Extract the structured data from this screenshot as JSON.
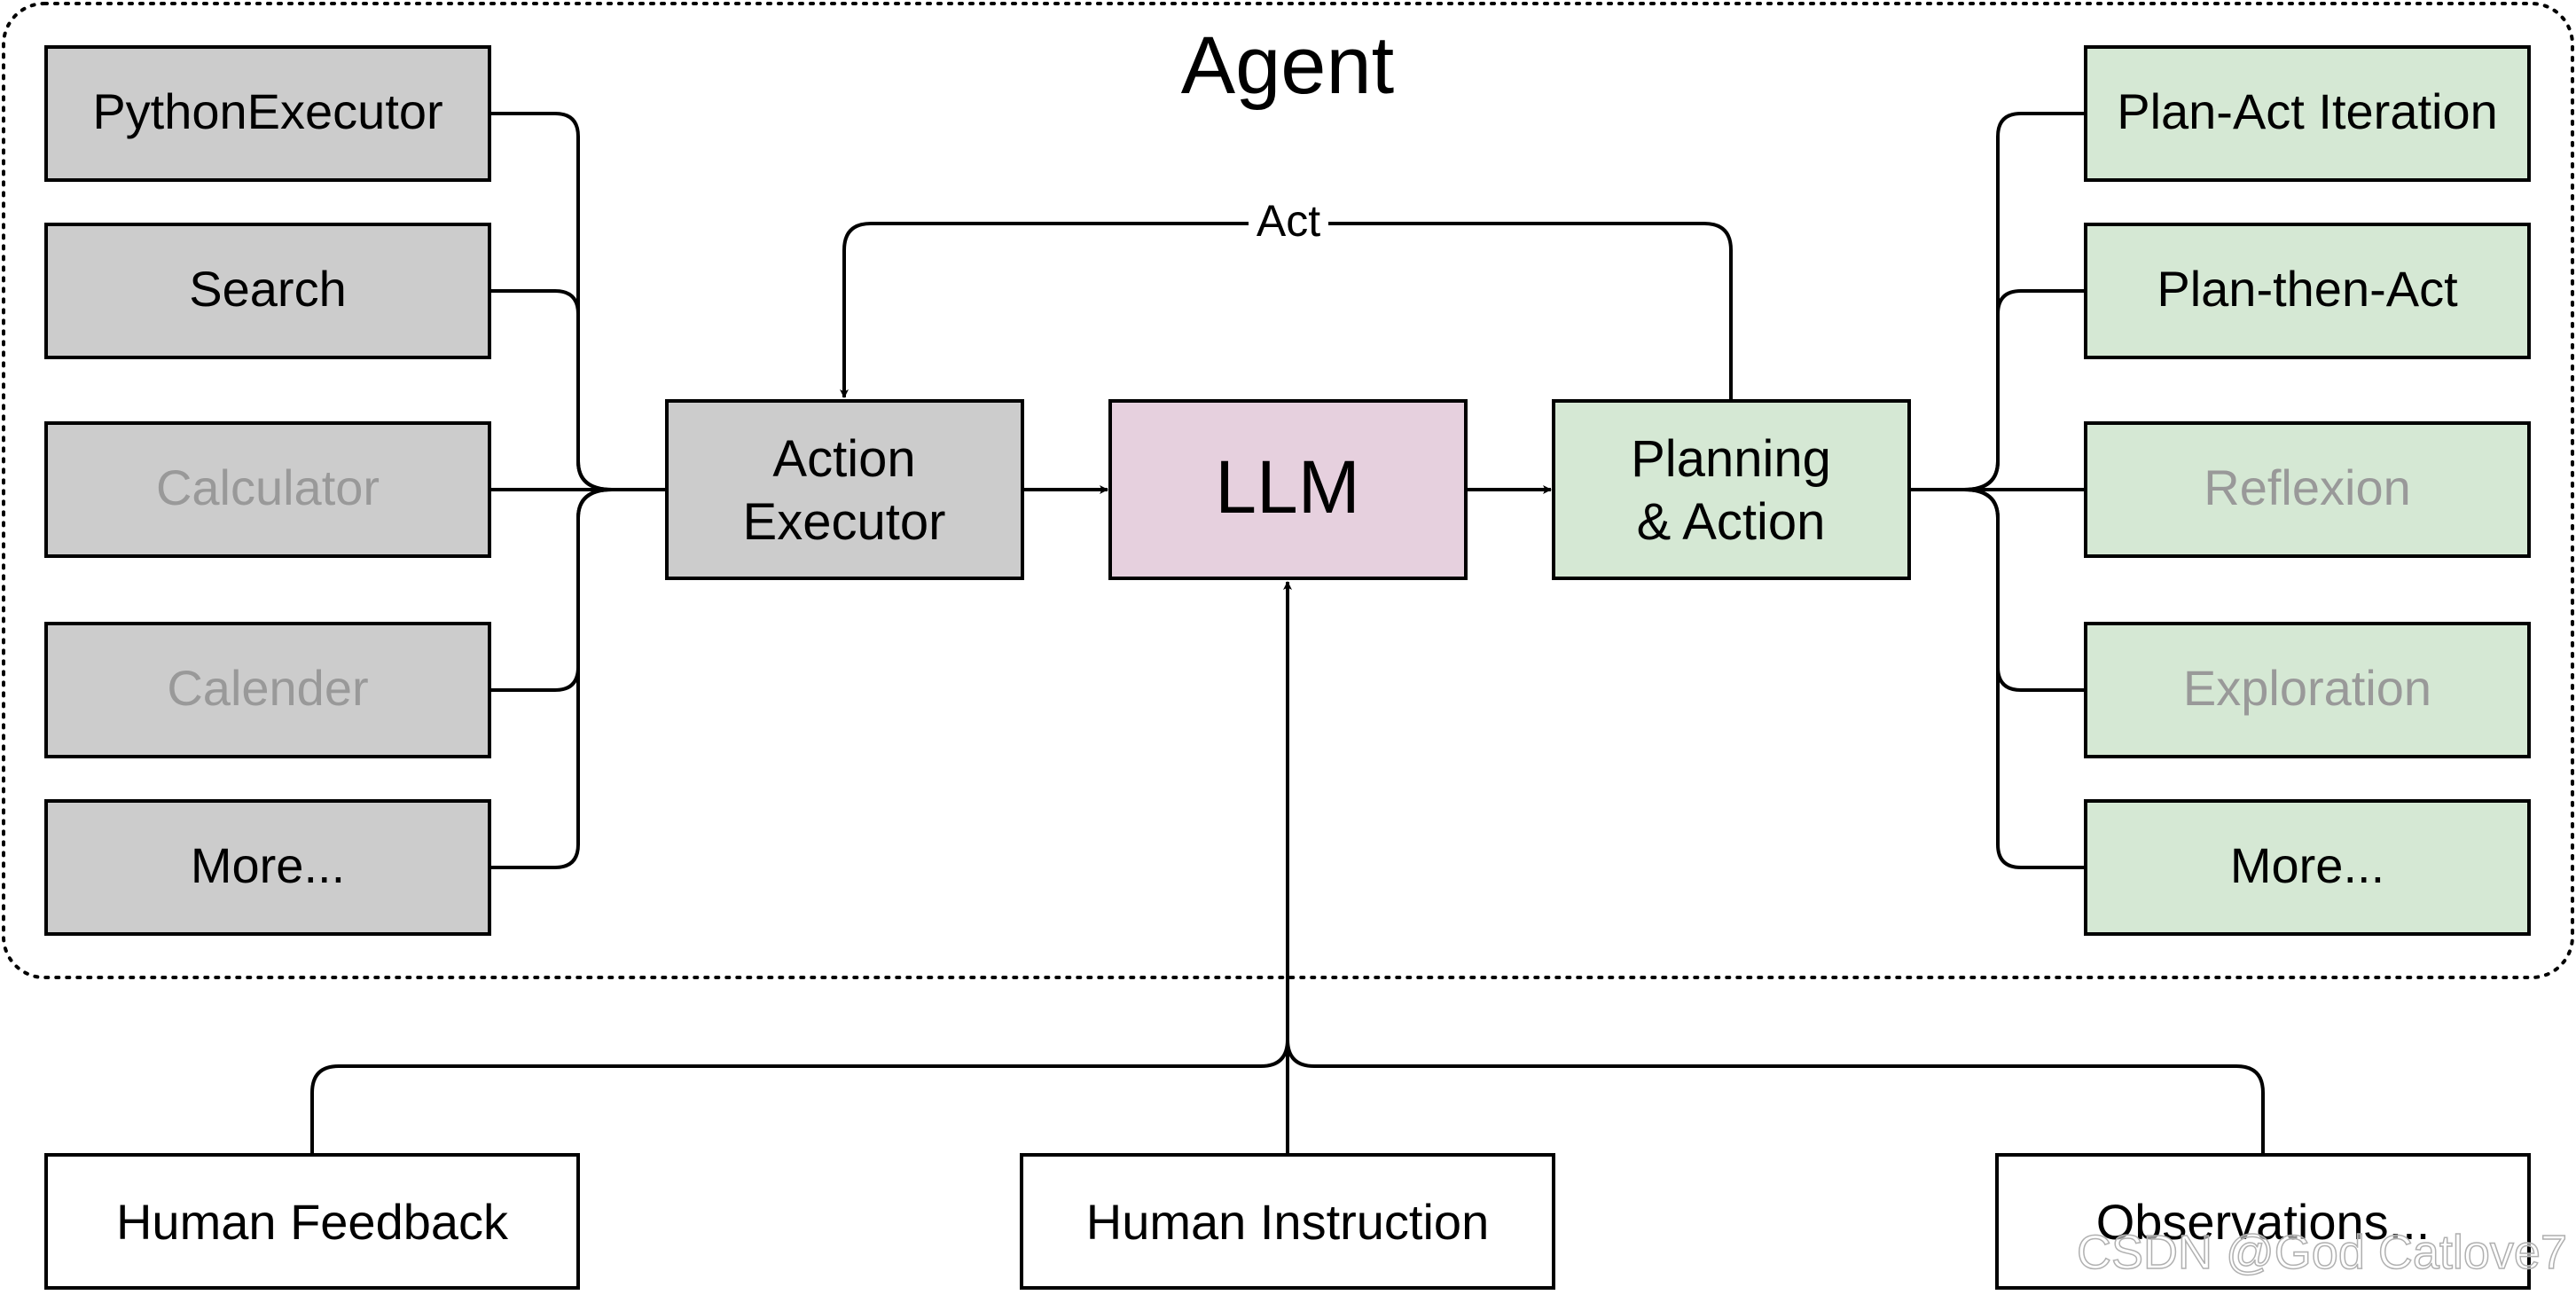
{
  "title": "Agent",
  "tools": [
    {
      "label": "PythonExecutor",
      "active": true
    },
    {
      "label": "Search",
      "active": true
    },
    {
      "label": "Calculator",
      "active": false
    },
    {
      "label": "Calender",
      "active": false
    },
    {
      "label": "More...",
      "active": true
    }
  ],
  "strategies": [
    {
      "label": "Plan-Act Iteration",
      "active": true
    },
    {
      "label": "Plan-then-Act",
      "active": true
    },
    {
      "label": "Reflexion",
      "active": false
    },
    {
      "label": "Exploration",
      "active": false
    },
    {
      "label": "More...",
      "active": true
    }
  ],
  "action_executor": {
    "line1": "Action",
    "line2": "Executor"
  },
  "llm": {
    "label": "LLM"
  },
  "planning": {
    "line1": "Planning",
    "line2": "& Action"
  },
  "act_label": "Act",
  "inputs": [
    {
      "label": "Human Feedback"
    },
    {
      "label": "Human Instruction"
    },
    {
      "label": "Observations..."
    }
  ],
  "watermark": "CSDN @God Catlove7",
  "colors": {
    "tool_fill": "#cccccc",
    "strategy_fill": "#d5e8d4",
    "llm_fill": "#e6d0de",
    "input_fill": "#ffffff",
    "text_active": "#000000",
    "text_inactive": "#999999"
  }
}
